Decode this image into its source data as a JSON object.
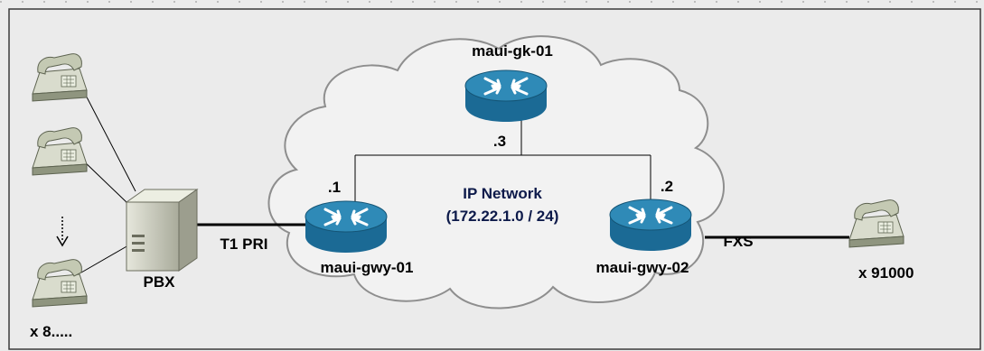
{
  "canvas": {
    "background": "#ebebeb",
    "border": "#3a3a3a",
    "ruler": "#bdbdbd"
  },
  "colors": {
    "cloud_fill": "#f2f2f2",
    "cloud_stroke": "#8e8e8e",
    "router_top": "#2f8ab7",
    "router_side": "#1b6a95",
    "phone": "#b9c0ac",
    "pbx": "#c9cbbd",
    "line": "#000000"
  },
  "network": {
    "name": "IP Network",
    "subnet": "(172.22.1.0 / 24)"
  },
  "nodes": {
    "gatekeeper": {
      "name": "maui-gk-01",
      "icon": "router-icon",
      "ip_suffix": ".3"
    },
    "gateway1": {
      "name": "maui-gwy-01",
      "icon": "router-icon",
      "ip_suffix": ".1"
    },
    "gateway2": {
      "name": "maui-gwy-02",
      "icon": "router-icon",
      "ip_suffix": ".2"
    },
    "pbx": {
      "name": "PBX",
      "icon": "pbx-icon"
    },
    "left_phones": {
      "icon": "telephone-icon",
      "label": "x 8....."
    },
    "right_phone": {
      "icon": "telephone-icon",
      "label": "x 91000"
    }
  },
  "links": {
    "pbx_gateway": "T1 PRI",
    "gateway_phone": "FXS"
  }
}
